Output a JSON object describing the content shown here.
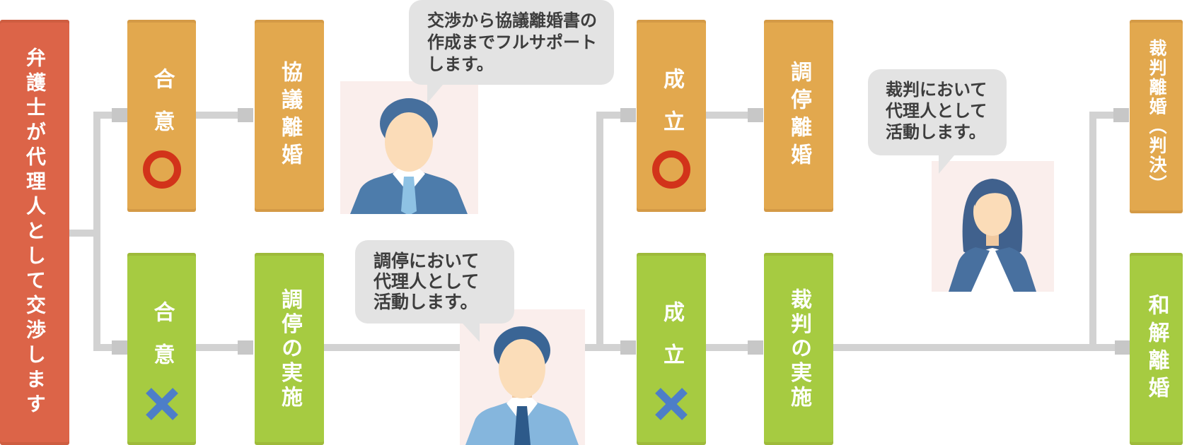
{
  "diagram": {
    "root": {
      "label": "弁護士が代理人として交渉します"
    },
    "nodes": {
      "agreement_yes": {
        "label": "合意",
        "mark": "circle"
      },
      "agreement_no": {
        "label": "合意",
        "mark": "cross"
      },
      "consultation_divorce": {
        "label": "協議離婚"
      },
      "mediation_execution": {
        "label": "調停の実施"
      },
      "established_yes": {
        "label": "成立",
        "mark": "circle"
      },
      "established_no": {
        "label": "成立",
        "mark": "cross"
      },
      "mediation_divorce": {
        "label": "調停離婚"
      },
      "trial_execution": {
        "label": "裁判の実施"
      },
      "trial_divorce": {
        "label": "裁判離婚（判決）"
      },
      "settlement_divorce": {
        "label": "和解離婚"
      }
    },
    "bubbles": {
      "negotiation_support": {
        "lines": [
          "交渉から協議離婚書の",
          "作成までフルサポート",
          "します。"
        ]
      },
      "mediation_agent": {
        "lines": [
          "調停において",
          "代理人として",
          "活動します。"
        ]
      },
      "trial_agent": {
        "lines": [
          "裁判において",
          "代理人として",
          "活動します。"
        ]
      }
    },
    "icons": {
      "success_mark": "red-circle-outline",
      "failure_mark": "blue-cross"
    },
    "persons": {
      "lawyer_male_navy": "male-lawyer-navy-suit",
      "lawyer_male_blue": "male-lawyer-light-blue-suit",
      "lawyer_female": "female-lawyer-navy-jacket"
    },
    "colors": {
      "root_bar": "#dc6448",
      "positive_bar": "#e2a84e",
      "negative_bar": "#a6cb41",
      "success_mark": "#d2331a",
      "failure_mark": "#4d7ec8",
      "connector": "#d2d2d2",
      "connector_arrow": "#c7c7c7",
      "bubble_bg": "#e3e3e3",
      "bubble_text": "#3d3d3d",
      "photo_bg": "#faeeec"
    }
  }
}
